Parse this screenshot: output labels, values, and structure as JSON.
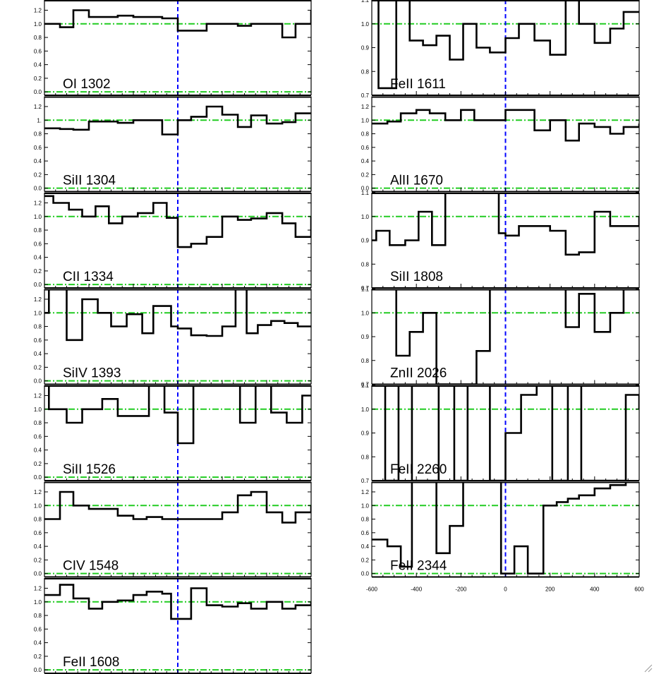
{
  "chart_data": {
    "type": "line",
    "style": {
      "spectrum_color": "#000000",
      "continuum_color": "#22cc22",
      "zero_velocity_color": "#0000ff",
      "grid": false,
      "legend": "none"
    },
    "x_axis": {
      "xlim": [
        -600,
        600
      ],
      "ticks": [
        -600,
        -400,
        -200,
        0,
        200,
        400,
        600
      ],
      "tick_labels": [
        "-600",
        "-400",
        "-200",
        "0",
        "200",
        "400",
        "600"
      ]
    },
    "panels": [
      {
        "column": "left",
        "ion": "OI 1302",
        "ylim": [
          -0.05,
          1.35
        ],
        "ytick_labels": [
          "0.0",
          "0.2",
          "0.4",
          "0.6",
          "0.8",
          "1.0",
          "1.2"
        ],
        "x": [
          -600,
          -530,
          -470,
          -400,
          -340,
          -270,
          -200,
          -140,
          -70,
          0,
          60,
          130,
          200,
          270,
          330,
          400,
          470,
          530,
          600
        ],
        "y": [
          1.0,
          0.95,
          1.2,
          1.1,
          1.1,
          1.12,
          1.1,
          1.1,
          1.08,
          0.9,
          0.9,
          1.0,
          1.0,
          0.97,
          1.0,
          1.0,
          0.8,
          1.0,
          1.2
        ]
      },
      {
        "column": "left",
        "ion": "SiII 1304",
        "ylim": [
          -0.05,
          1.35
        ],
        "ytick_labels": [
          "0.0",
          "0.2",
          "0.4",
          "0.6",
          "0.8",
          "1.",
          "1.2"
        ],
        "x": [
          -600,
          -530,
          -470,
          -400,
          -340,
          -270,
          -200,
          -140,
          -70,
          0,
          60,
          130,
          200,
          270,
          330,
          400,
          470,
          530,
          600
        ],
        "y": [
          0.88,
          0.87,
          0.86,
          0.98,
          0.98,
          0.96,
          1.0,
          1.0,
          0.79,
          1.0,
          1.05,
          1.2,
          1.08,
          0.9,
          1.07,
          0.95,
          0.97,
          1.1,
          1.1
        ]
      },
      {
        "column": "left",
        "ion": "CII 1334",
        "ylim": [
          -0.05,
          1.35
        ],
        "ytick_labels": [
          "0.0",
          "0.2",
          "0.4",
          "0.6",
          "0.8",
          "1.0",
          "1.2"
        ],
        "x": [
          -600,
          -560,
          -490,
          -430,
          -370,
          -310,
          -250,
          -180,
          -110,
          -50,
          0,
          60,
          130,
          200,
          270,
          330,
          400,
          470,
          530,
          600
        ],
        "y": [
          1.3,
          1.2,
          1.1,
          1.0,
          1.15,
          0.9,
          1.0,
          1.05,
          1.2,
          0.98,
          0.55,
          0.6,
          0.7,
          1.0,
          0.95,
          0.97,
          1.05,
          0.9,
          0.7,
          1.0
        ]
      },
      {
        "column": "left",
        "ion": "SiIV 1393",
        "ylim": [
          -0.05,
          1.35
        ],
        "ytick_labels": [
          "0.0",
          "0.2",
          "0.4",
          "0.6",
          "0.8",
          "1.0",
          "1.2"
        ],
        "x": [
          -600,
          -580,
          -500,
          -430,
          -360,
          -300,
          -230,
          -160,
          -110,
          -30,
          0,
          60,
          130,
          200,
          260,
          310,
          360,
          420,
          480,
          540,
          600
        ],
        "y": [
          1.0,
          1.35,
          0.6,
          1.2,
          1.0,
          0.8,
          0.98,
          0.7,
          1.1,
          0.8,
          0.77,
          0.67,
          0.66,
          0.8,
          1.35,
          0.7,
          0.82,
          0.88,
          0.85,
          0.8,
          0.8
        ]
      },
      {
        "column": "left",
        "ion": "SiII 1526",
        "ylim": [
          -0.05,
          1.35
        ],
        "ytick_labels": [
          "0.0",
          "0.2",
          "0.4",
          "0.6",
          "0.8",
          "1.0",
          "1.2"
        ],
        "x": [
          -600,
          -580,
          -500,
          -430,
          -340,
          -270,
          -200,
          -130,
          -60,
          0,
          70,
          130,
          200,
          280,
          350,
          420,
          490,
          560,
          600
        ],
        "y": [
          1.35,
          1.0,
          0.8,
          1.0,
          1.15,
          0.9,
          0.9,
          1.35,
          0.95,
          0.5,
          1.35,
          1.35,
          1.35,
          0.8,
          1.35,
          0.95,
          0.8,
          1.2,
          1.2
        ]
      },
      {
        "column": "left",
        "ion": "CIV 1548",
        "ylim": [
          -0.05,
          1.35
        ],
        "ytick_labels": [
          "0.0",
          "0.2",
          "0.4",
          "0.6",
          "0.8",
          "1.0",
          "1.2"
        ],
        "x": [
          -600,
          -530,
          -470,
          -400,
          -340,
          -270,
          -200,
          -140,
          -70,
          0,
          60,
          130,
          200,
          270,
          330,
          400,
          470,
          530,
          600
        ],
        "y": [
          0.8,
          1.2,
          1.0,
          0.95,
          0.95,
          0.85,
          0.8,
          0.83,
          0.8,
          0.8,
          0.8,
          0.8,
          0.9,
          1.15,
          1.2,
          0.9,
          0.75,
          0.9,
          1.0
        ]
      },
      {
        "column": "left",
        "ion": "FeII 1608",
        "ylim": [
          -0.05,
          1.35
        ],
        "ytick_labels": [
          "0.0",
          "0.2",
          "0.4",
          "0.6",
          "0.8",
          "1.0",
          "1.2"
        ],
        "x": [
          -600,
          -530,
          -470,
          -400,
          -340,
          -270,
          -200,
          -140,
          -70,
          -30,
          0,
          60,
          130,
          200,
          270,
          330,
          400,
          470,
          530,
          600
        ],
        "y": [
          1.1,
          1.25,
          1.05,
          0.9,
          1.0,
          1.02,
          1.1,
          1.15,
          1.12,
          0.75,
          0.75,
          1.2,
          0.95,
          0.93,
          0.98,
          0.9,
          1.0,
          0.9,
          0.95,
          1.0
        ]
      },
      {
        "column": "right",
        "ion": "FeII 1611",
        "ylim": [
          0.7,
          1.1
        ],
        "ytick_labels": [
          "0.7",
          "0.8",
          "0.9",
          "1.0",
          "1.1"
        ],
        "x": [
          -600,
          -570,
          -490,
          -430,
          -370,
          -310,
          -250,
          -190,
          -130,
          -70,
          0,
          60,
          130,
          200,
          270,
          330,
          400,
          470,
          530,
          600
        ],
        "y": [
          1.1,
          0.73,
          1.1,
          0.93,
          0.91,
          0.95,
          0.85,
          1.0,
          0.9,
          0.88,
          0.94,
          1.0,
          0.93,
          0.87,
          1.1,
          1.0,
          0.92,
          0.98,
          1.05,
          1.05
        ]
      },
      {
        "column": "right",
        "ion": "AlII 1670",
        "ylim": [
          -0.05,
          1.35
        ],
        "ytick_labels": [
          "0.0",
          "0.2",
          "0.4",
          "0.6",
          "0.8",
          "1.0",
          "1.2"
        ],
        "x": [
          -600,
          -530,
          -470,
          -400,
          -340,
          -270,
          -200,
          -140,
          -70,
          0,
          60,
          130,
          200,
          270,
          330,
          400,
          470,
          530,
          600
        ],
        "y": [
          0.95,
          0.98,
          1.1,
          1.15,
          1.1,
          1.0,
          1.15,
          1.0,
          1.0,
          1.15,
          1.15,
          0.85,
          1.0,
          0.7,
          0.95,
          0.9,
          0.8,
          0.9,
          0.95
        ]
      },
      {
        "column": "right",
        "ion": "SiII 1808",
        "ylim": [
          0.7,
          1.1
        ],
        "ytick_labels": [
          "0.7",
          "0.8",
          "0.9",
          "1.0",
          "1.1"
        ],
        "x": [
          -600,
          -580,
          -520,
          -450,
          -390,
          -330,
          -270,
          -210,
          -130,
          -70,
          -30,
          0,
          60,
          130,
          200,
          270,
          330,
          400,
          470,
          530,
          600
        ],
        "y": [
          0.9,
          0.94,
          0.88,
          0.9,
          1.02,
          0.88,
          1.1,
          1.1,
          1.1,
          1.1,
          0.93,
          0.92,
          0.96,
          0.96,
          0.94,
          0.84,
          0.85,
          1.02,
          0.96,
          0.96,
          1.0
        ]
      },
      {
        "column": "right",
        "ion": "ZnII 2026",
        "ylim": [
          0.7,
          1.1
        ],
        "ytick_labels": [
          "0.7",
          "0.8",
          "0.9",
          "1.0",
          "1.1"
        ],
        "x": [
          -600,
          -570,
          -490,
          -430,
          -370,
          -310,
          -250,
          -190,
          -130,
          -70,
          0,
          60,
          130,
          200,
          270,
          330,
          400,
          470,
          530,
          600
        ],
        "y": [
          1.1,
          1.1,
          0.82,
          0.92,
          1.0,
          0.7,
          0.7,
          0.7,
          0.84,
          1.1,
          1.1,
          1.1,
          1.1,
          1.1,
          0.94,
          1.08,
          0.92,
          1.0,
          1.1,
          1.1
        ]
      },
      {
        "column": "right",
        "ion": "FeII 2260",
        "ylim": [
          0.7,
          1.1
        ],
        "ytick_labels": [
          "0.7",
          "0.8",
          "0.9",
          "1.0",
          "1.1"
        ],
        "x": [
          -600,
          -540,
          -480,
          -420,
          -370,
          -300,
          -230,
          -170,
          -70,
          0,
          70,
          140,
          210,
          280,
          340,
          410,
          480,
          540,
          600
        ],
        "y": [
          1.1,
          0.7,
          1.1,
          0.7,
          0.7,
          1.1,
          0.7,
          1.1,
          0.7,
          0.9,
          1.06,
          1.1,
          0.7,
          1.1,
          0.7,
          0.7,
          0.7,
          1.06,
          1.0
        ]
      },
      {
        "column": "right",
        "ion": "FeII 2344",
        "ylim": [
          -0.05,
          1.35
        ],
        "ytick_labels": [
          "0.0",
          "0.2",
          "0.4",
          "0.6",
          "0.8",
          "1.0",
          "1.2"
        ],
        "x": [
          -600,
          -570,
          -530,
          -470,
          -420,
          -370,
          -310,
          -250,
          -190,
          -130,
          -70,
          -20,
          0,
          40,
          100,
          170,
          230,
          280,
          330,
          400,
          470,
          540,
          600
        ],
        "y": [
          0.5,
          0.5,
          0.4,
          0.1,
          1.35,
          1.35,
          0.3,
          0.7,
          1.35,
          1.35,
          1.35,
          0.0,
          0.0,
          0.4,
          0.0,
          1.0,
          1.05,
          1.1,
          1.15,
          1.25,
          1.3,
          1.35,
          1.35
        ]
      }
    ]
  }
}
